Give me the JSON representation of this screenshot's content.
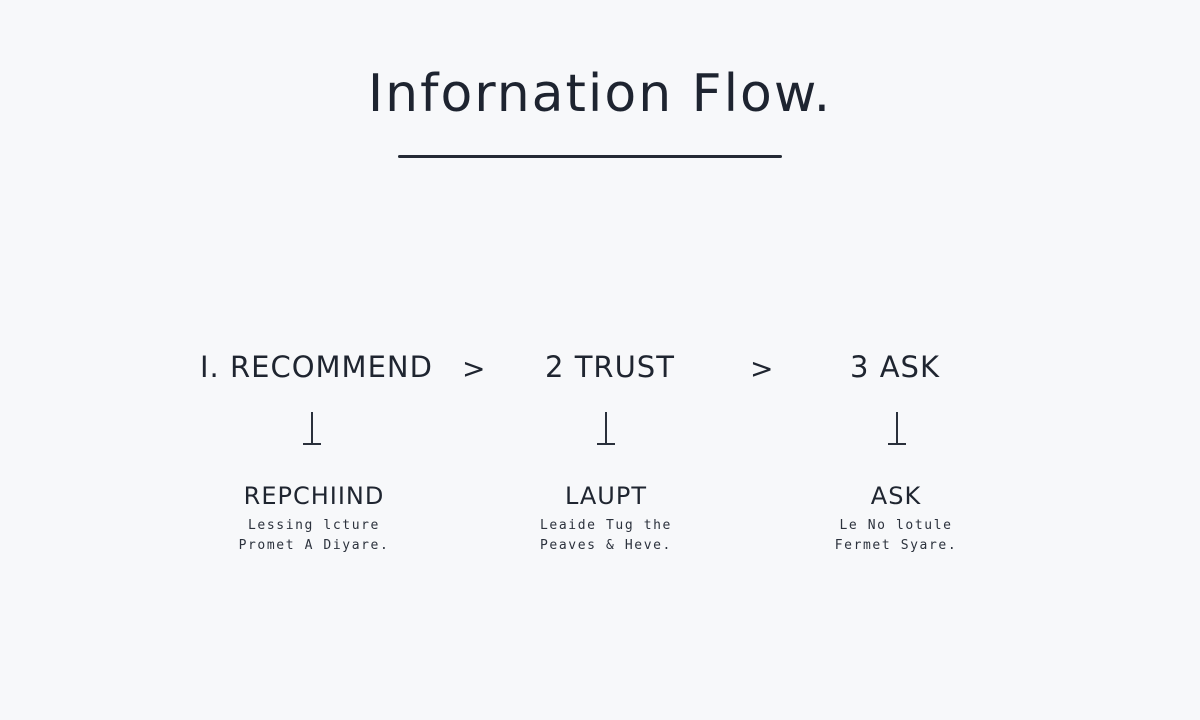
{
  "title": "Infornation Flow.",
  "separators": [
    ">",
    ">"
  ],
  "steps": [
    {
      "heading": "I. RECOMMEND",
      "card_title": "REPCHIIND",
      "lines": [
        "Lessing lcture",
        "Promet A Diyare."
      ]
    },
    {
      "heading": "2 TRUST",
      "card_title": "LAUPT",
      "lines": [
        "Leaide Tug the",
        "Peaves & Heve."
      ]
    },
    {
      "heading": "3 ASK",
      "card_title": "ASK",
      "lines": [
        "Le No lotule",
        "Fermet Syare."
      ]
    }
  ],
  "colors": {
    "background": "#f7f8fa",
    "ink": "#1f2530"
  }
}
